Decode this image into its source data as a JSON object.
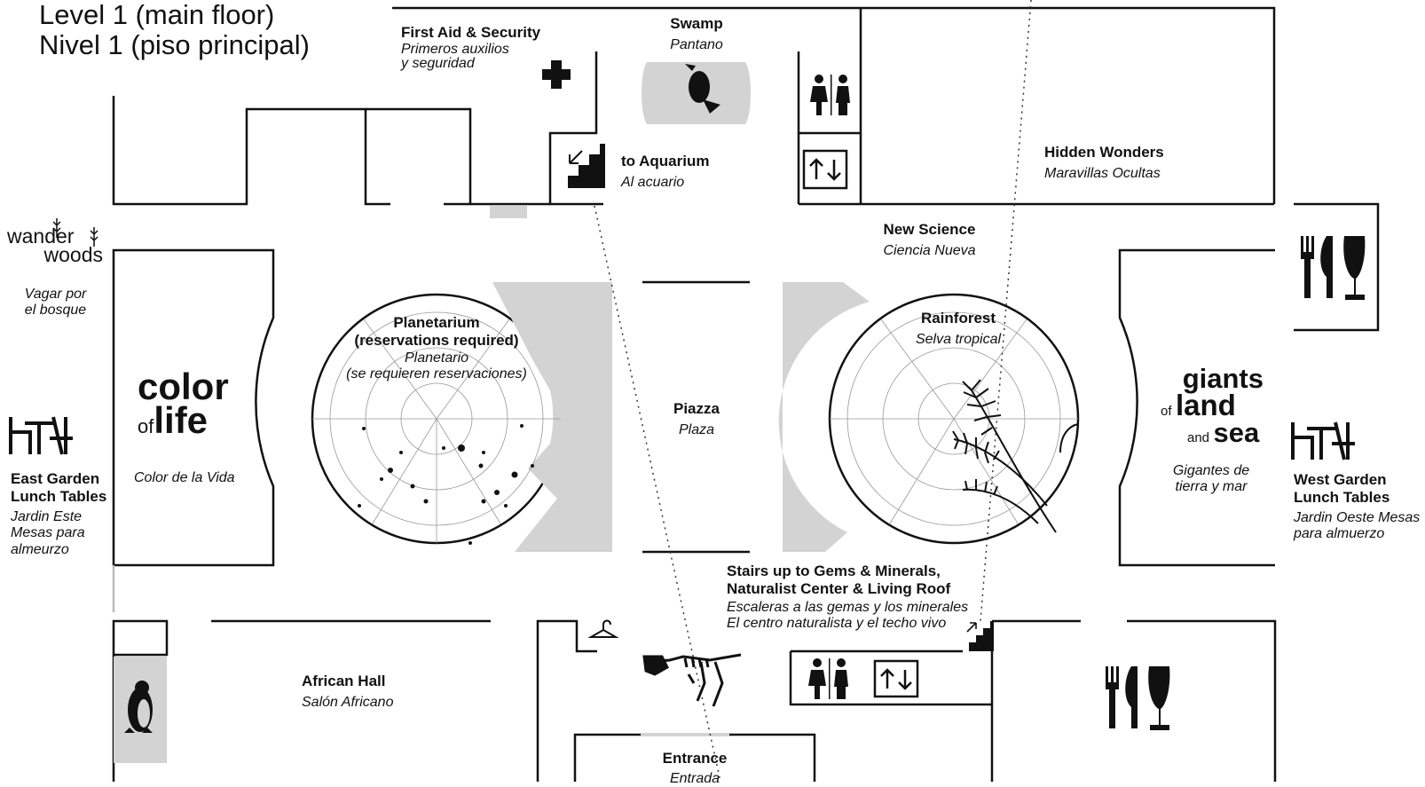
{
  "title": {
    "en": "Level 1 (main floor)",
    "es": "Nivel 1 (piso principal)"
  },
  "colors": {
    "ink": "#111111",
    "grey": "#d3d3d3"
  },
  "areas": {
    "first_aid": {
      "en": "First Aid & Security",
      "es1": "Primeros auxilios",
      "es2": "y seguridad",
      "icon": "first-aid-cross-icon"
    },
    "swamp": {
      "en": "Swamp",
      "es": "Pantano",
      "icon": "alligator-icon"
    },
    "aquarium": {
      "en": "to Aquarium",
      "es": "Al acuario",
      "icon": "stairs-down-icon"
    },
    "hidden_wonders": {
      "en": "Hidden Wonders",
      "es": "Maravillas Ocultas"
    },
    "wander_woods": {
      "logo1": "wander",
      "logo2": "woods",
      "es1": "Vagar por",
      "es2": "el bosque"
    },
    "new_science": {
      "en": "New Science",
      "es": "Ciencia Nueva"
    },
    "planetarium": {
      "en1": "Planetarium",
      "en2": "(reservations required)",
      "es1": "Planetario",
      "es2": "(se requieren reservaciones)"
    },
    "rainforest": {
      "en": "Rainforest",
      "es": "Selva tropical"
    },
    "piazza": {
      "en": "Piazza",
      "es": "Plaza"
    },
    "color_of_life": {
      "logo1": "color",
      "logo_of": "of",
      "logo2": "life",
      "es": "Color de la Vida"
    },
    "giants": {
      "logo1": "giants",
      "logo_of": "of",
      "logo2": "land",
      "logo_and": "and",
      "logo3": "sea",
      "es1": "Gigantes de",
      "es2": "tierra y mar"
    },
    "east_garden": {
      "en1": "East Garden",
      "en2": "Lunch Tables",
      "es1": "Jardin Este",
      "es2": "Mesas para",
      "es3": "almeurzo",
      "icon": "picnic-table-icon"
    },
    "west_garden": {
      "en1": "West Garden",
      "en2": "Lunch Tables",
      "es1": "Jardin Oeste Mesas",
      "es2": "para almuerzo",
      "icon": "picnic-table-icon"
    },
    "stairs_up": {
      "en1": "Stairs up to Gems & Minerals,",
      "en2": "Naturalist Center & Living Roof",
      "es1": "Escaleras a las gemas y los minerales",
      "es2": "El centro naturalista y el techo vivo",
      "icon": "stairs-up-icon"
    },
    "african_hall": {
      "en": "African Hall",
      "es": "Salón Africano",
      "icon": "penguin-icon"
    },
    "entrance": {
      "en": "Entrance",
      "es": "Entrada"
    }
  },
  "icons": [
    "restroom-icon",
    "elevator-icon",
    "dining-icon",
    "coat-check-icon",
    "t-rex-skeleton-icon"
  ]
}
